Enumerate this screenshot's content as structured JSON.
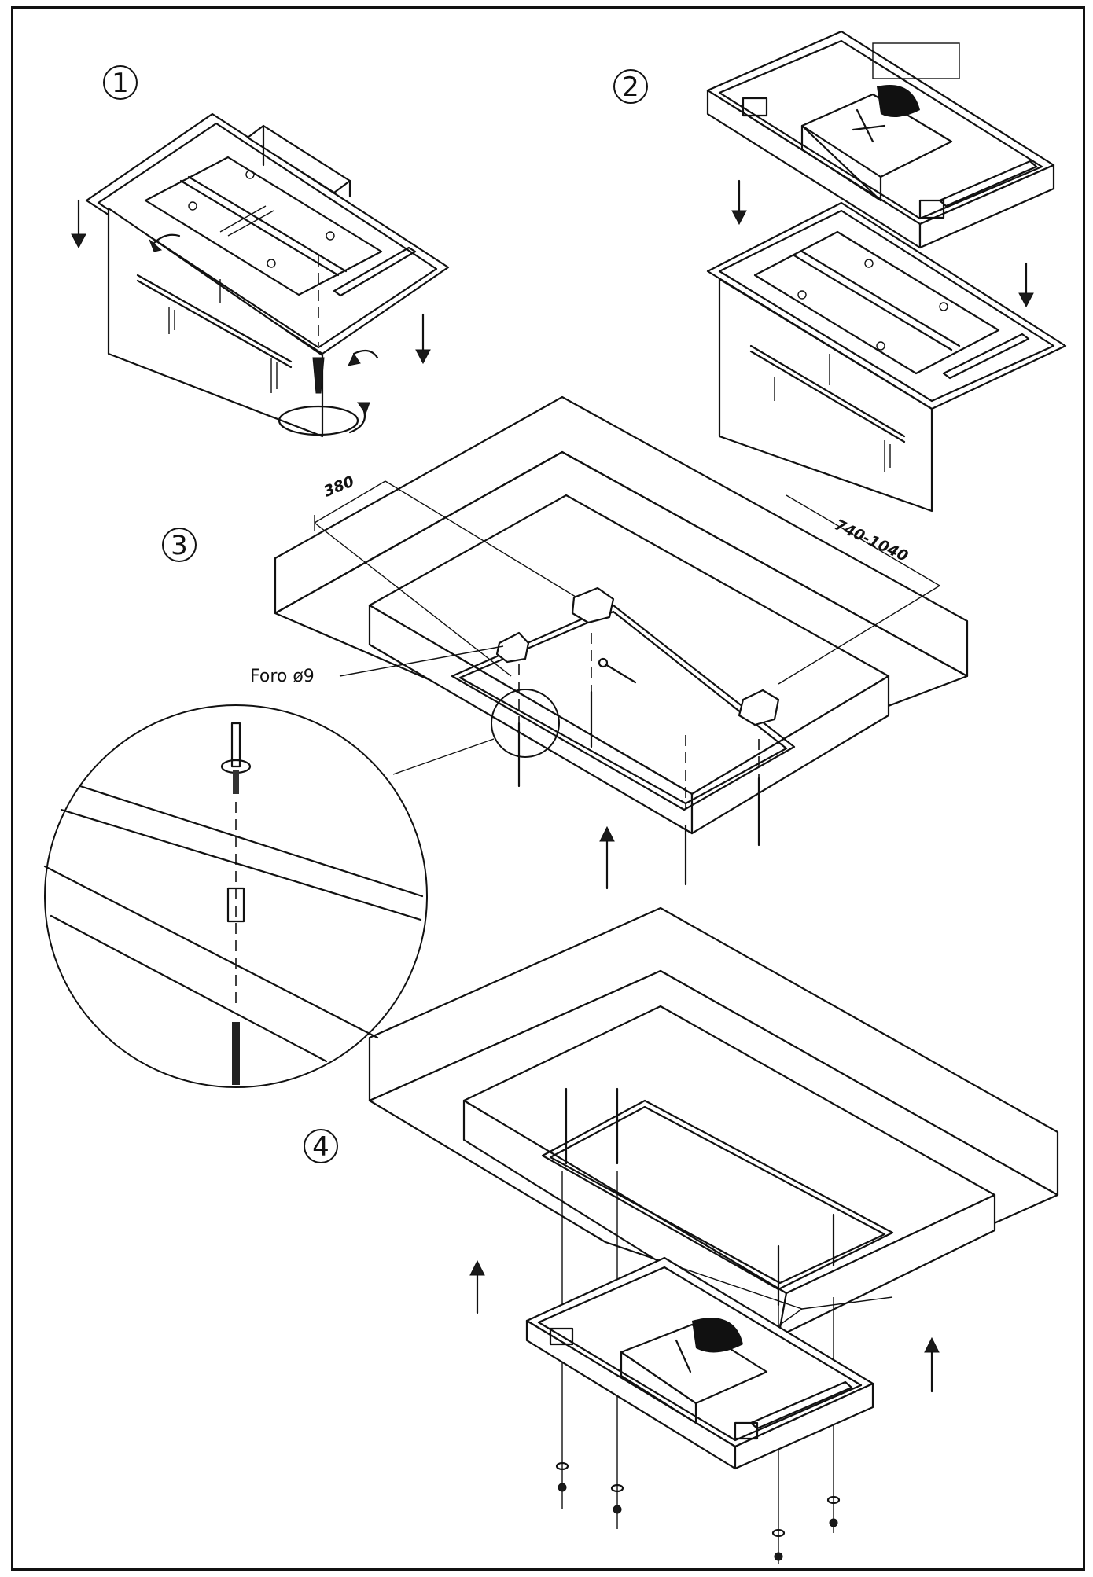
{
  "steps": {
    "s1": "1",
    "s2": "2",
    "s3": "3",
    "s4": "4"
  },
  "labels": {
    "hole": "Foro  ø9",
    "dim_depth": "380",
    "dim_width": "740-1040"
  },
  "icons": [
    "arrow-down-icon",
    "arrow-up-icon",
    "rotate-arrow-icon",
    "screw-icon",
    "wall-plug-icon",
    "threaded-rod-icon",
    "washer-icon",
    "nut-icon"
  ]
}
